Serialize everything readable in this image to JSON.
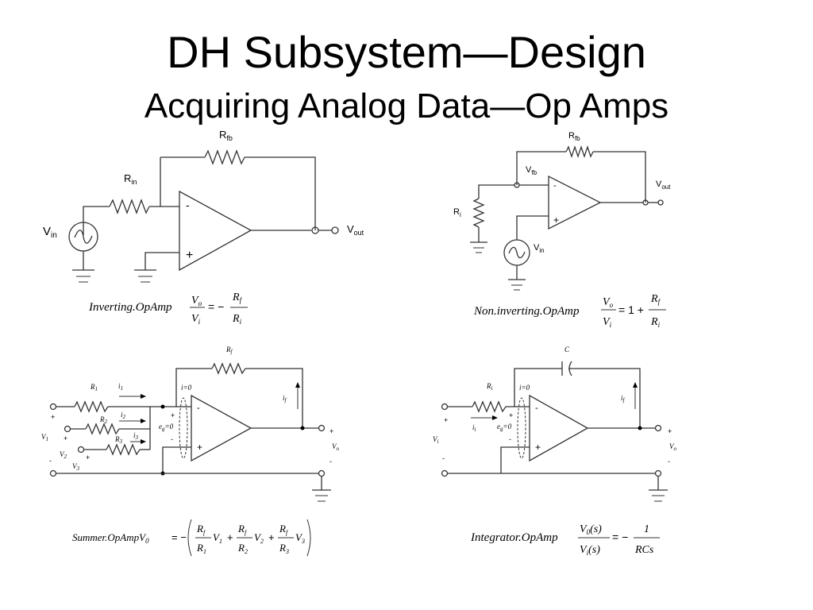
{
  "slide": {
    "title": "DH Subsystem—Design",
    "subtitle": "Acquiring Analog Data—Op Amps"
  },
  "inverting": {
    "rfb": "R",
    "rfb_sub": "fb",
    "rin": "R",
    "rin_sub": "in",
    "vin": "V",
    "vin_sub": "in",
    "vout": "V",
    "vout_sub": "out",
    "minus": "-",
    "plus": "+",
    "eq_name": "Inverting.OpAmp",
    "eq_num": "V",
    "eq_num_sub": "o",
    "eq_den": "V",
    "eq_den_sub": "i",
    "eq_sign": "= −",
    "eq_rnum": "R",
    "eq_rnum_sub": "f",
    "eq_rden": "R",
    "eq_rden_sub": "i"
  },
  "noninverting": {
    "rfb": "R",
    "rfb_sub": "fb",
    "vfb": "V",
    "vfb_sub": "fb",
    "vout": "V",
    "vout_sub": "out",
    "ri": "R",
    "ri_sub": "i",
    "vin": "V",
    "vin_sub": "in",
    "minus": "-",
    "plus": "+",
    "eq_name": "Non.inverting.OpAmp",
    "eq_num": "V",
    "eq_num_sub": "o",
    "eq_den": "V",
    "eq_den_sub": "i",
    "eq_sign": "= 1 +",
    "eq_rnum": "R",
    "eq_rnum_sub": "f",
    "eq_rden": "R",
    "eq_rden_sub": "i"
  },
  "summer": {
    "rf": "R",
    "rf_sub": "f",
    "r1": "R",
    "r1_sub": "1",
    "r2": "R",
    "r2_sub": "2",
    "r3": "R",
    "r3_sub": "3",
    "i1": "i",
    "i1_sub": "1",
    "i2": "i",
    "i2_sub": "2",
    "i3": "i",
    "i3_sub": "3",
    "i0": "i=0",
    "if": "i",
    "if_sub": "f",
    "eg": "e",
    "eg_sub": "g",
    "eg_tail": "=0",
    "v1": "V",
    "v1_sub": "1",
    "v2": "V",
    "v2_sub": "2",
    "v3": "V",
    "v3_sub": "3",
    "vo": "V",
    "vo_sub": "o",
    "plus": "+",
    "minus": "-",
    "eq_name": "Summer.OpAmpV",
    "eq_name_sub": "0",
    "eq_eq": "= −",
    "t1_num": "R",
    "t1_num_sub": "f",
    "t1_den": "R",
    "t1_den_sub": "1",
    "t1_v": "V",
    "t1_v_sub": "1",
    "t2_num": "R",
    "t2_num_sub": "f",
    "t2_den": "R",
    "t2_den_sub": "2",
    "t2_v": "V",
    "t2_v_sub": "2",
    "t3_num": "R",
    "t3_num_sub": "f",
    "t3_den": "R",
    "t3_den_sub": "3",
    "t3_v": "V",
    "t3_v_sub": "3"
  },
  "integrator": {
    "c": "C",
    "ri": "R",
    "ri_sub": "i",
    "i0": "i=0",
    "if": "i",
    "if_sub": "f",
    "ii": "i",
    "ii_sub": "i",
    "eg": "e",
    "eg_sub": "g",
    "eg_tail": "=0",
    "vi": "V",
    "vi_sub": "i",
    "vo": "V",
    "vo_sub": "o",
    "plus": "+",
    "minus": "-",
    "eq_name": "Integrator.OpAmp",
    "eq_num": "V",
    "eq_num_sub": "0",
    "eq_num_tail": "(s)",
    "eq_den": "V",
    "eq_den_sub": "i",
    "eq_den_tail": "(s)",
    "eq_sign": "= −",
    "eq_rnum": "1",
    "eq_rden": "RCs"
  }
}
